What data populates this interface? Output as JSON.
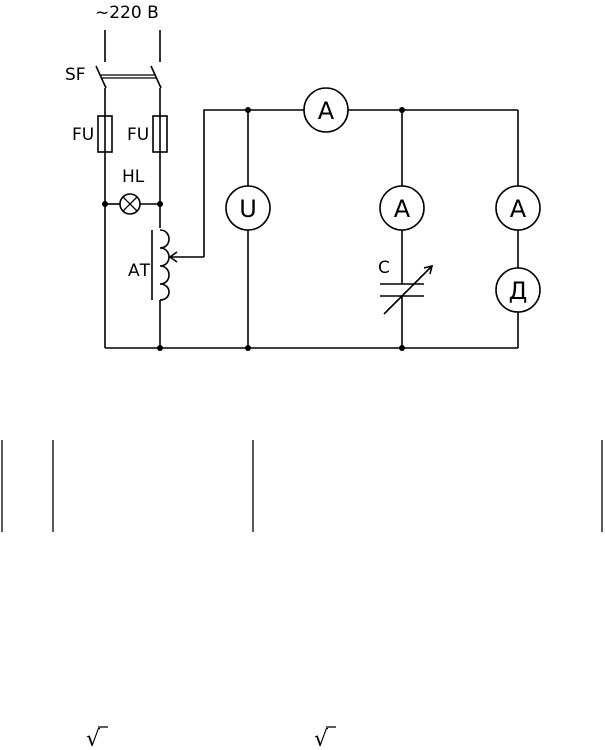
{
  "supply": {
    "label": "~220 В"
  },
  "labels": {
    "breaker": "SF",
    "fuse_left": "FU",
    "fuse_right": "FU",
    "lamp": "HL",
    "autotransformer": "АТ",
    "capacitor": "C"
  },
  "meters": {
    "ammeter_top": "A",
    "voltmeter": "U",
    "ammeter_capacitor": "A",
    "ammeter_motor": "A",
    "motor": "Д"
  },
  "symbols": {
    "sqrt_left": "√",
    "sqrt_right": "√"
  }
}
